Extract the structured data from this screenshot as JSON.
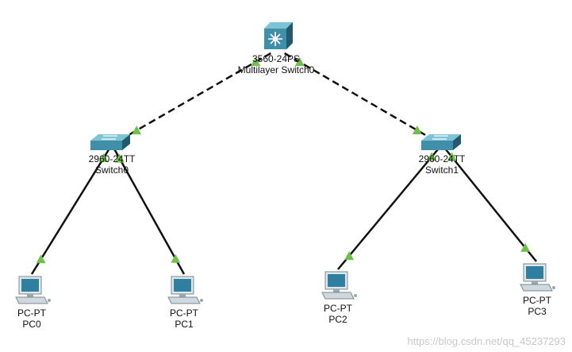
{
  "colors": {
    "link": "#111111",
    "link_up_marker": "#6fbf4a",
    "switch_body": "#3f8fa8",
    "switch_top": "#5fb3c8",
    "pc_screen": "#2f7fa0",
    "pc_body": "#cfd8dc"
  },
  "devices": {
    "multilayer": {
      "model": "3560-24PS",
      "name": "Multilayer Switch0",
      "icon": "multilayer-switch-icon"
    },
    "switch0": {
      "model": "2960-24TT",
      "name": "Switch0",
      "icon": "switch-icon"
    },
    "switch1": {
      "model": "2960-24TT",
      "name": "Switch1",
      "icon": "switch-icon"
    },
    "pc0": {
      "model": "PC-PT",
      "name": "PC0",
      "icon": "pc-icon"
    },
    "pc1": {
      "model": "PC-PT",
      "name": "PC1",
      "icon": "pc-icon"
    },
    "pc2": {
      "model": "PC-PT",
      "name": "PC2",
      "icon": "pc-icon"
    },
    "pc3": {
      "model": "PC-PT",
      "name": "PC3",
      "icon": "pc-icon"
    }
  },
  "links": [
    {
      "from": "multilayer",
      "to": "switch0",
      "style": "dashed"
    },
    {
      "from": "multilayer",
      "to": "switch1",
      "style": "dashed"
    },
    {
      "from": "switch0",
      "to": "pc0",
      "style": "solid"
    },
    {
      "from": "switch0",
      "to": "pc1",
      "style": "solid"
    },
    {
      "from": "switch1",
      "to": "pc2",
      "style": "solid"
    },
    {
      "from": "switch1",
      "to": "pc3",
      "style": "solid"
    }
  ],
  "watermark": "https://blog.csdn.net/qq_45237293"
}
